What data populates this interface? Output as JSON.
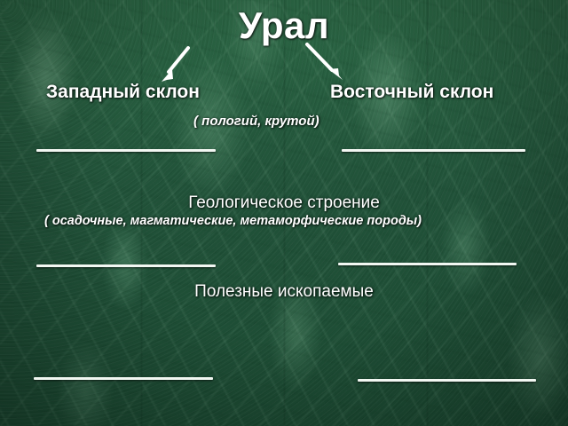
{
  "slide": {
    "title": "Урал",
    "background_color": "#1f5235",
    "text_color": "#ffffff",
    "rule_color": "#f2f7f2"
  },
  "branches": {
    "west_label": "Западный склон",
    "east_label": "Восточный склон",
    "slope_note": "( пологий, крутой)",
    "left_arrow_icon": "arrow-down-left-icon",
    "right_arrow_icon": "arrow-down-right-icon"
  },
  "sections": [
    {
      "title": "Геологическое строение",
      "note": "( осадочные, магматические, метаморфические породы)"
    },
    {
      "title": "Полезные ископаемые",
      "note": ""
    }
  ],
  "blanks": [
    {
      "name": "west-slope-blank-1",
      "row": 1,
      "side": "left"
    },
    {
      "name": "east-slope-blank-1",
      "row": 1,
      "side": "right"
    },
    {
      "name": "geology-blank-left",
      "row": 2,
      "side": "left"
    },
    {
      "name": "geology-blank-right",
      "row": 2,
      "side": "right"
    },
    {
      "name": "minerals-blank-left",
      "row": 3,
      "side": "left"
    },
    {
      "name": "minerals-blank-right",
      "row": 3,
      "side": "right"
    }
  ]
}
